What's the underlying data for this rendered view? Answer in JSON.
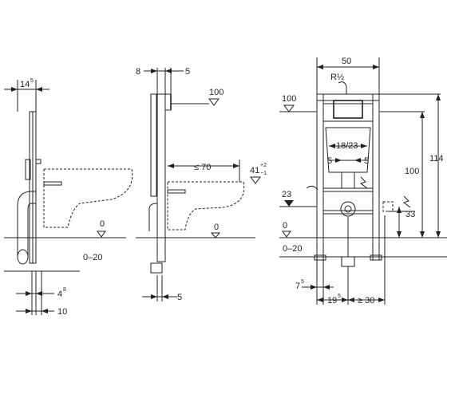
{
  "side_view_1": {
    "depth_label": "14",
    "depth_sup": "5",
    "floor_offset_label": "0",
    "floor_range_label": "0–20",
    "bottom_a_label": "4",
    "bottom_a_sup": "8",
    "bottom_b_label": "10"
  },
  "side_view_2": {
    "top_left_label": "8",
    "top_right_label": "5",
    "height_label": "100",
    "reach_label": "≤ 70",
    "bowl_height_label": "41",
    "bowl_height_sup": "+2",
    "bowl_height_sub": "−1",
    "floor_label": "0",
    "bottom_label": "5"
  },
  "front_view": {
    "width_label": "50",
    "supply_label": "R½",
    "height_100_left": "100",
    "height_114": "114",
    "height_100_right": "100",
    "center_label": "18/23",
    "offset_left": "5",
    "offset_right": "5",
    "level_23": "23",
    "level_33": "33",
    "floor_label": "0",
    "floor_range": "0–20",
    "bottom_a_label": "7",
    "bottom_a_sup": "5",
    "bottom_b_label": "19",
    "bottom_b_sup": "5",
    "bottom_c_label": "≥ 30"
  },
  "icons": [
    "arrow-icon",
    "level-triangle-icon",
    "electrical-symbol-icon",
    "water-supply-icon"
  ]
}
